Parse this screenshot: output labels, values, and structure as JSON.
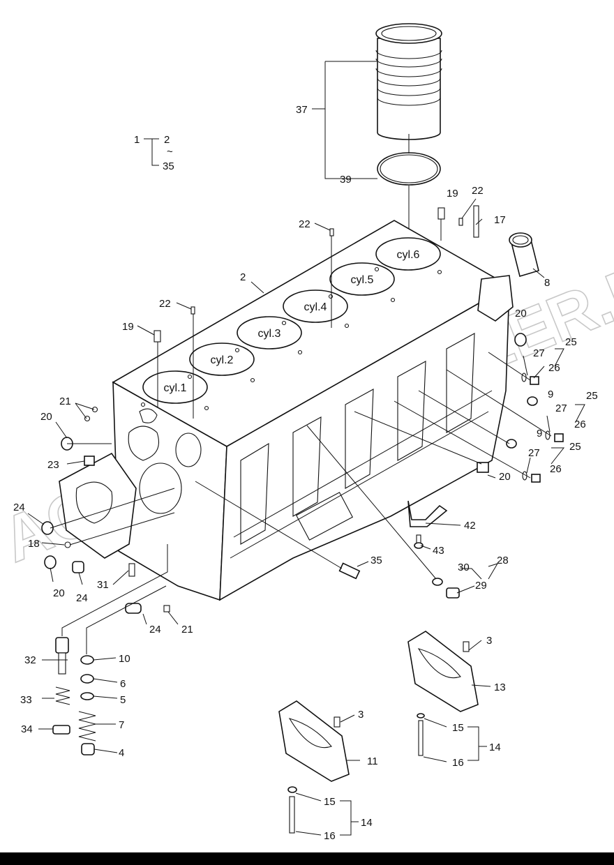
{
  "watermark": "ACAT AUTODEALER.RU",
  "colors": {
    "line": "#111111",
    "background": "#ffffff",
    "watermark": "#c8c8c8",
    "footer": "#000000"
  },
  "cylinders": [
    "cyl.1",
    "cyl.2",
    "cyl.3",
    "cyl.4",
    "cyl.5",
    "cyl.6"
  ],
  "group_note": {
    "parent": "1",
    "from": "2",
    "sep": "~",
    "to": "35"
  },
  "callouts": [
    {
      "id": "c37",
      "text": "37"
    },
    {
      "id": "c39",
      "text": "39"
    },
    {
      "id": "c19a",
      "text": "19"
    },
    {
      "id": "c22a",
      "text": "22"
    },
    {
      "id": "c17",
      "text": "17"
    },
    {
      "id": "c22b",
      "text": "22"
    },
    {
      "id": "c8",
      "text": "8"
    },
    {
      "id": "c2",
      "text": "2"
    },
    {
      "id": "c22c",
      "text": "22"
    },
    {
      "id": "c20a",
      "text": "20"
    },
    {
      "id": "c19b",
      "text": "19"
    },
    {
      "id": "c27a",
      "text": "27"
    },
    {
      "id": "c25a",
      "text": "25"
    },
    {
      "id": "c26a",
      "text": "26"
    },
    {
      "id": "c9a",
      "text": "9"
    },
    {
      "id": "c21a",
      "text": "21"
    },
    {
      "id": "c25b",
      "text": "25"
    },
    {
      "id": "c27b",
      "text": "27"
    },
    {
      "id": "c20b",
      "text": "20"
    },
    {
      "id": "c26b",
      "text": "26"
    },
    {
      "id": "c9b",
      "text": "9"
    },
    {
      "id": "c25c",
      "text": "25"
    },
    {
      "id": "c27c",
      "text": "27"
    },
    {
      "id": "c23",
      "text": "23"
    },
    {
      "id": "c26c",
      "text": "26"
    },
    {
      "id": "c20c",
      "text": "20"
    },
    {
      "id": "c24a",
      "text": "24"
    },
    {
      "id": "c42",
      "text": "42"
    },
    {
      "id": "c18",
      "text": "18"
    },
    {
      "id": "c43",
      "text": "43"
    },
    {
      "id": "c35",
      "text": "35"
    },
    {
      "id": "c30",
      "text": "30"
    },
    {
      "id": "c28",
      "text": "28"
    },
    {
      "id": "c31",
      "text": "31"
    },
    {
      "id": "c29",
      "text": "29"
    },
    {
      "id": "c20d",
      "text": "20"
    },
    {
      "id": "c24b",
      "text": "24"
    },
    {
      "id": "c24c",
      "text": "24"
    },
    {
      "id": "c21b",
      "text": "21"
    },
    {
      "id": "c3a",
      "text": "3"
    },
    {
      "id": "c32",
      "text": "32"
    },
    {
      "id": "c10",
      "text": "10"
    },
    {
      "id": "c13",
      "text": "13"
    },
    {
      "id": "c6",
      "text": "6"
    },
    {
      "id": "c5",
      "text": "5"
    },
    {
      "id": "c33",
      "text": "33"
    },
    {
      "id": "c3b",
      "text": "3"
    },
    {
      "id": "c7",
      "text": "7"
    },
    {
      "id": "c15a",
      "text": "15"
    },
    {
      "id": "c34",
      "text": "34"
    },
    {
      "id": "c14a",
      "text": "14"
    },
    {
      "id": "c4",
      "text": "4"
    },
    {
      "id": "c16a",
      "text": "16"
    },
    {
      "id": "c11",
      "text": "11"
    },
    {
      "id": "c15b",
      "text": "15"
    },
    {
      "id": "c14b",
      "text": "14"
    },
    {
      "id": "c16b",
      "text": "16"
    }
  ]
}
